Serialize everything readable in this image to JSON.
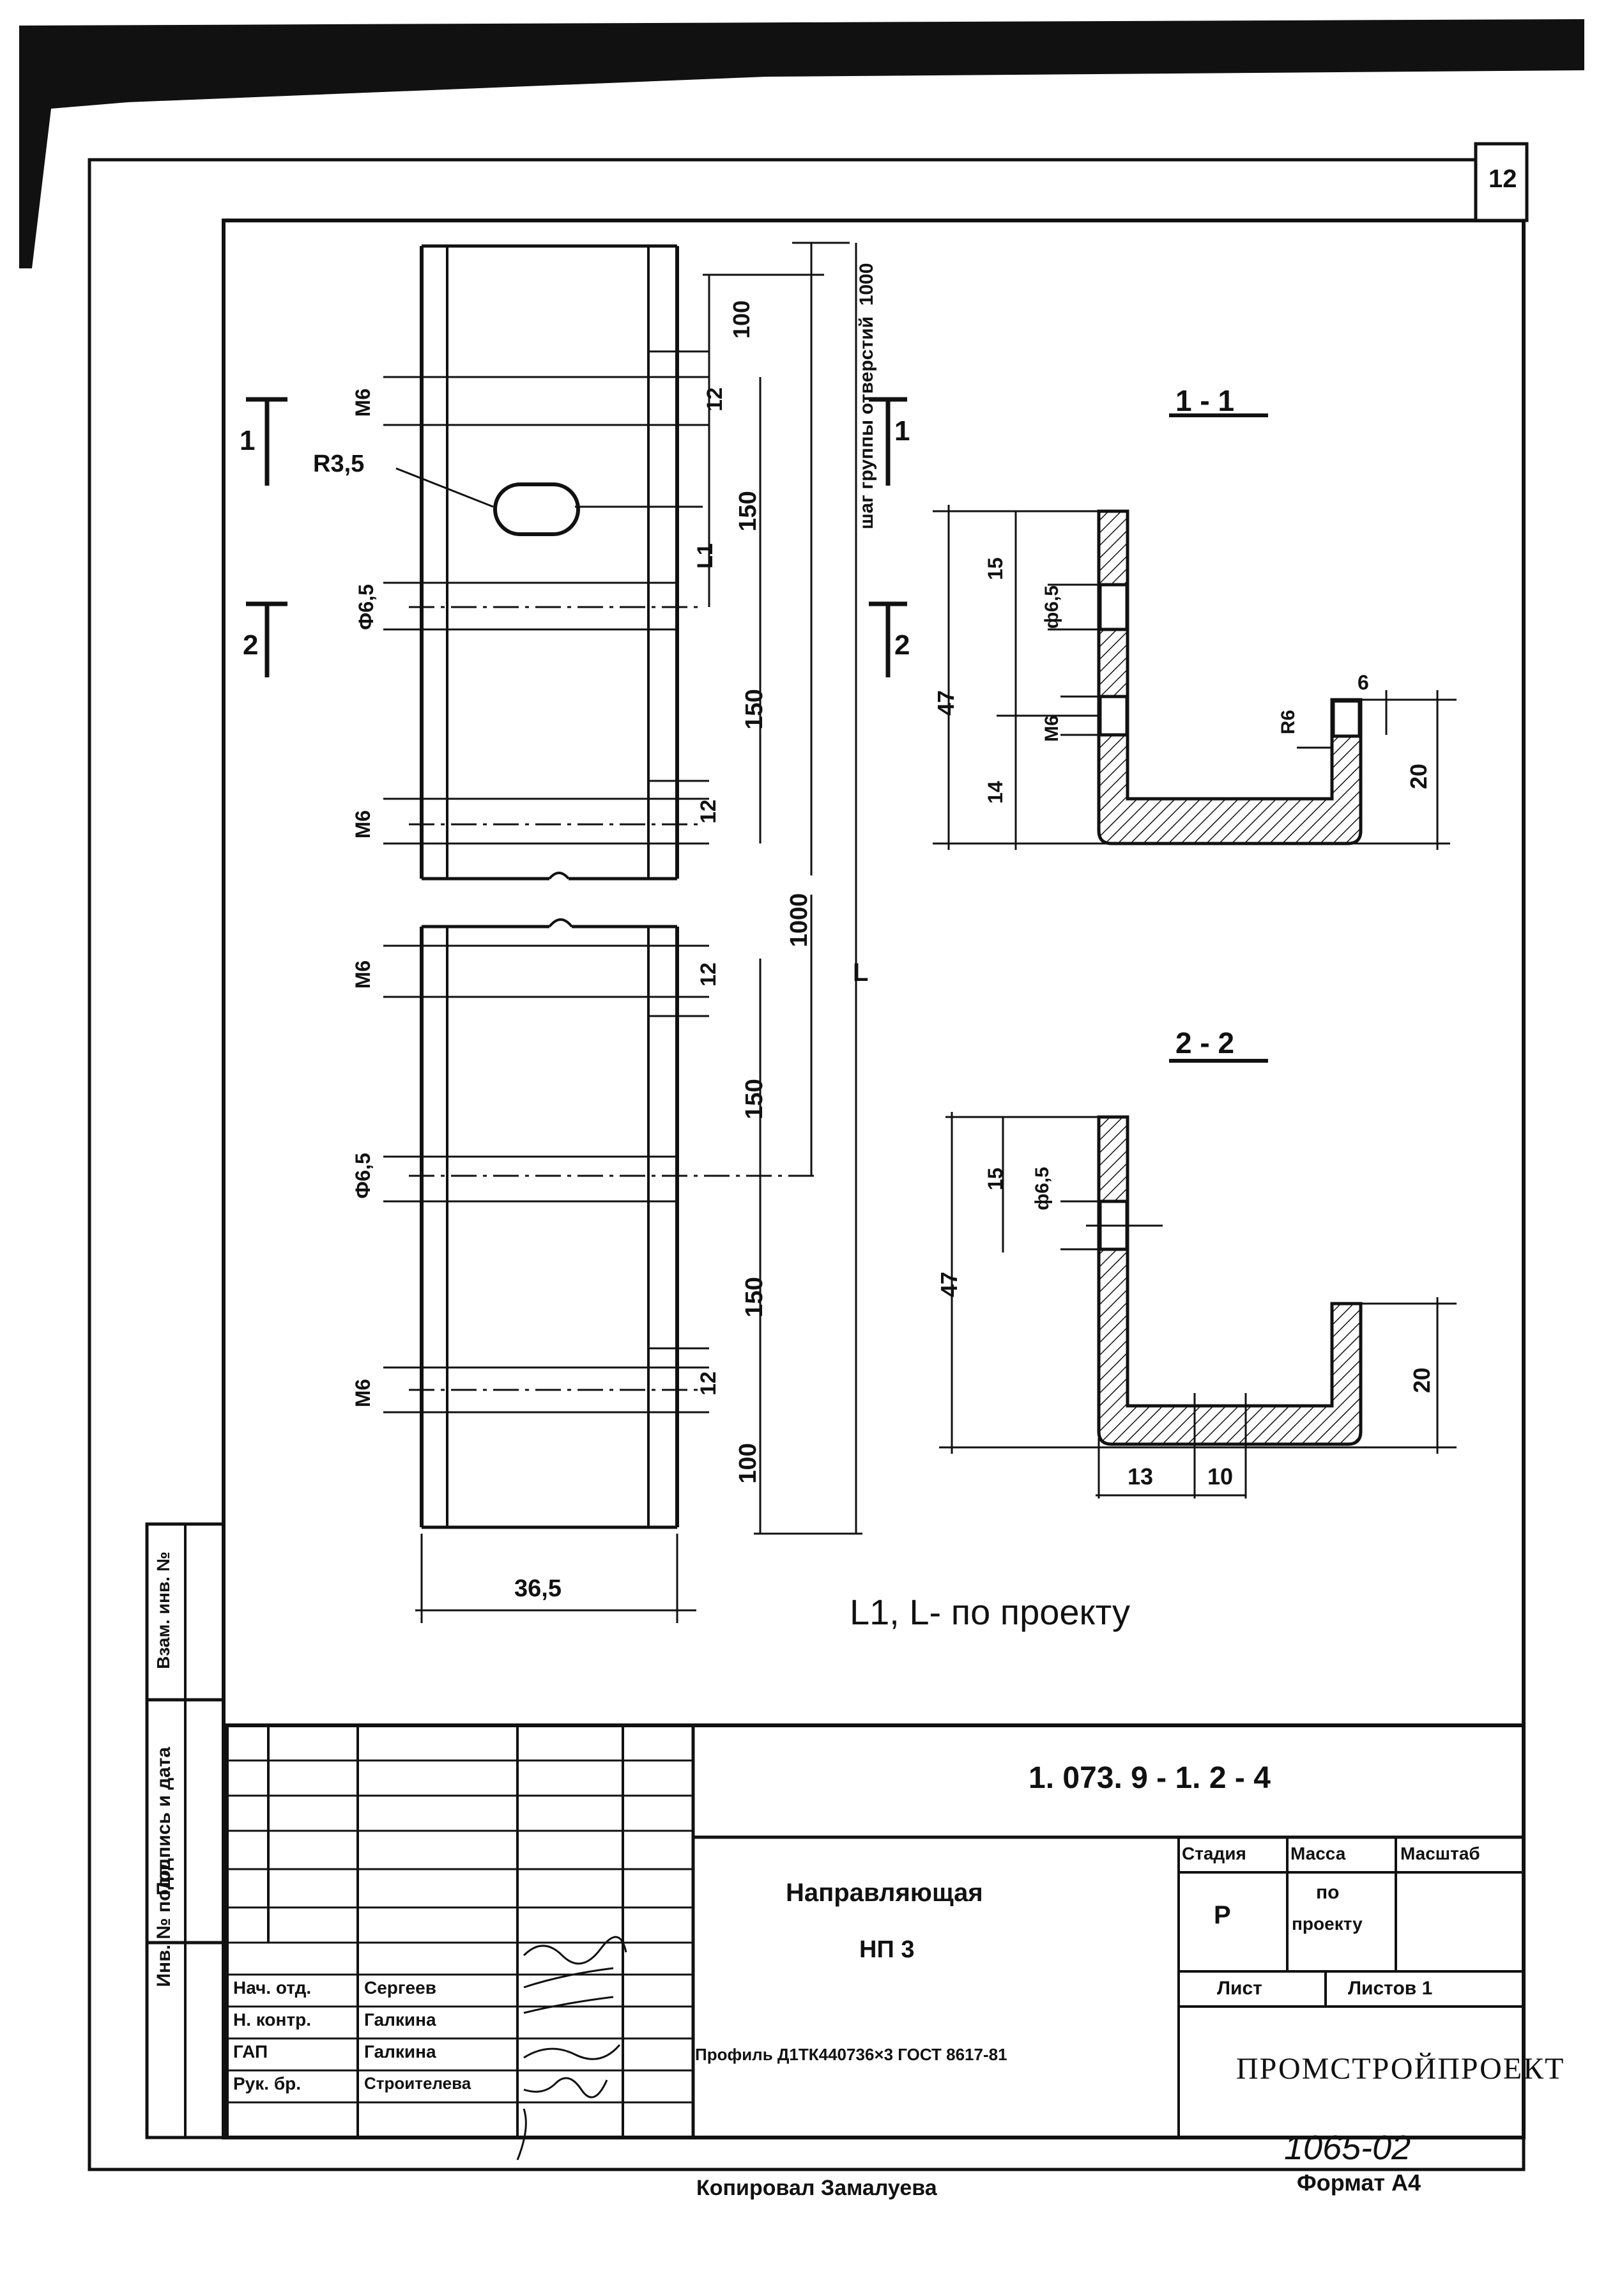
{
  "sheet_number": "12",
  "drawing": {
    "pitch_label": "шаг группы отверстий",
    "pitch_value": "1000",
    "radius_label": "R3,5",
    "section_mark_1": "1",
    "section_mark_2": "2",
    "dims": {
      "d100": "100",
      "d12": "12",
      "d150": "150",
      "d1000": "1000",
      "l1": "L1",
      "l": "L",
      "m6": "M6",
      "phi65": "Ф6,5",
      "width": "36,5"
    },
    "note": "L1, L- по проекту"
  },
  "sections": {
    "s1": {
      "title": "1 - 1",
      "d47": "47",
      "d15": "15",
      "phi": "ф6,5",
      "m6": "M6",
      "d14": "14",
      "r6": "R6",
      "d6": "6",
      "d20": "20"
    },
    "s2": {
      "title": "2 - 2",
      "d47": "47",
      "d15": "15",
      "phi": "ф6,5",
      "d20": "20",
      "d13": "13",
      "d10": "10"
    }
  },
  "title_block": {
    "doc_code": "1. 073. 9 - 1. 2 - 4",
    "name_line1": "Направляющая",
    "name_line2": "НП 3",
    "profile": "Профиль Д1ТК440736×3 ГОСТ 8617-81",
    "stage_label": "Стадия",
    "mass_label": "Масса",
    "scale_label": "Масштаб",
    "stage_value": "Р",
    "mass_value_1": "по",
    "mass_value_2": "проекту",
    "sheet_label": "Лист",
    "sheets_label": "Листов 1",
    "org": "ПРОМСТРОЙПРОЕКТ",
    "roles": [
      {
        "role": "Нач. отд.",
        "name": "Сергеев"
      },
      {
        "role": "Н. контр.",
        "name": "Галкина"
      },
      {
        "role": "ГАП",
        "name": "Галкина"
      },
      {
        "role": "Рук. бр.",
        "name": "Строителева"
      }
    ],
    "side_inv_orig": "Инв. № подл.",
    "side_sign_date": "Подпись и дата",
    "side_vzam": "Взам. инв. №"
  },
  "footer": {
    "copied_by": "Копировал Замалуева",
    "format": "Формат А4",
    "handwritten_number": "1065-02"
  }
}
